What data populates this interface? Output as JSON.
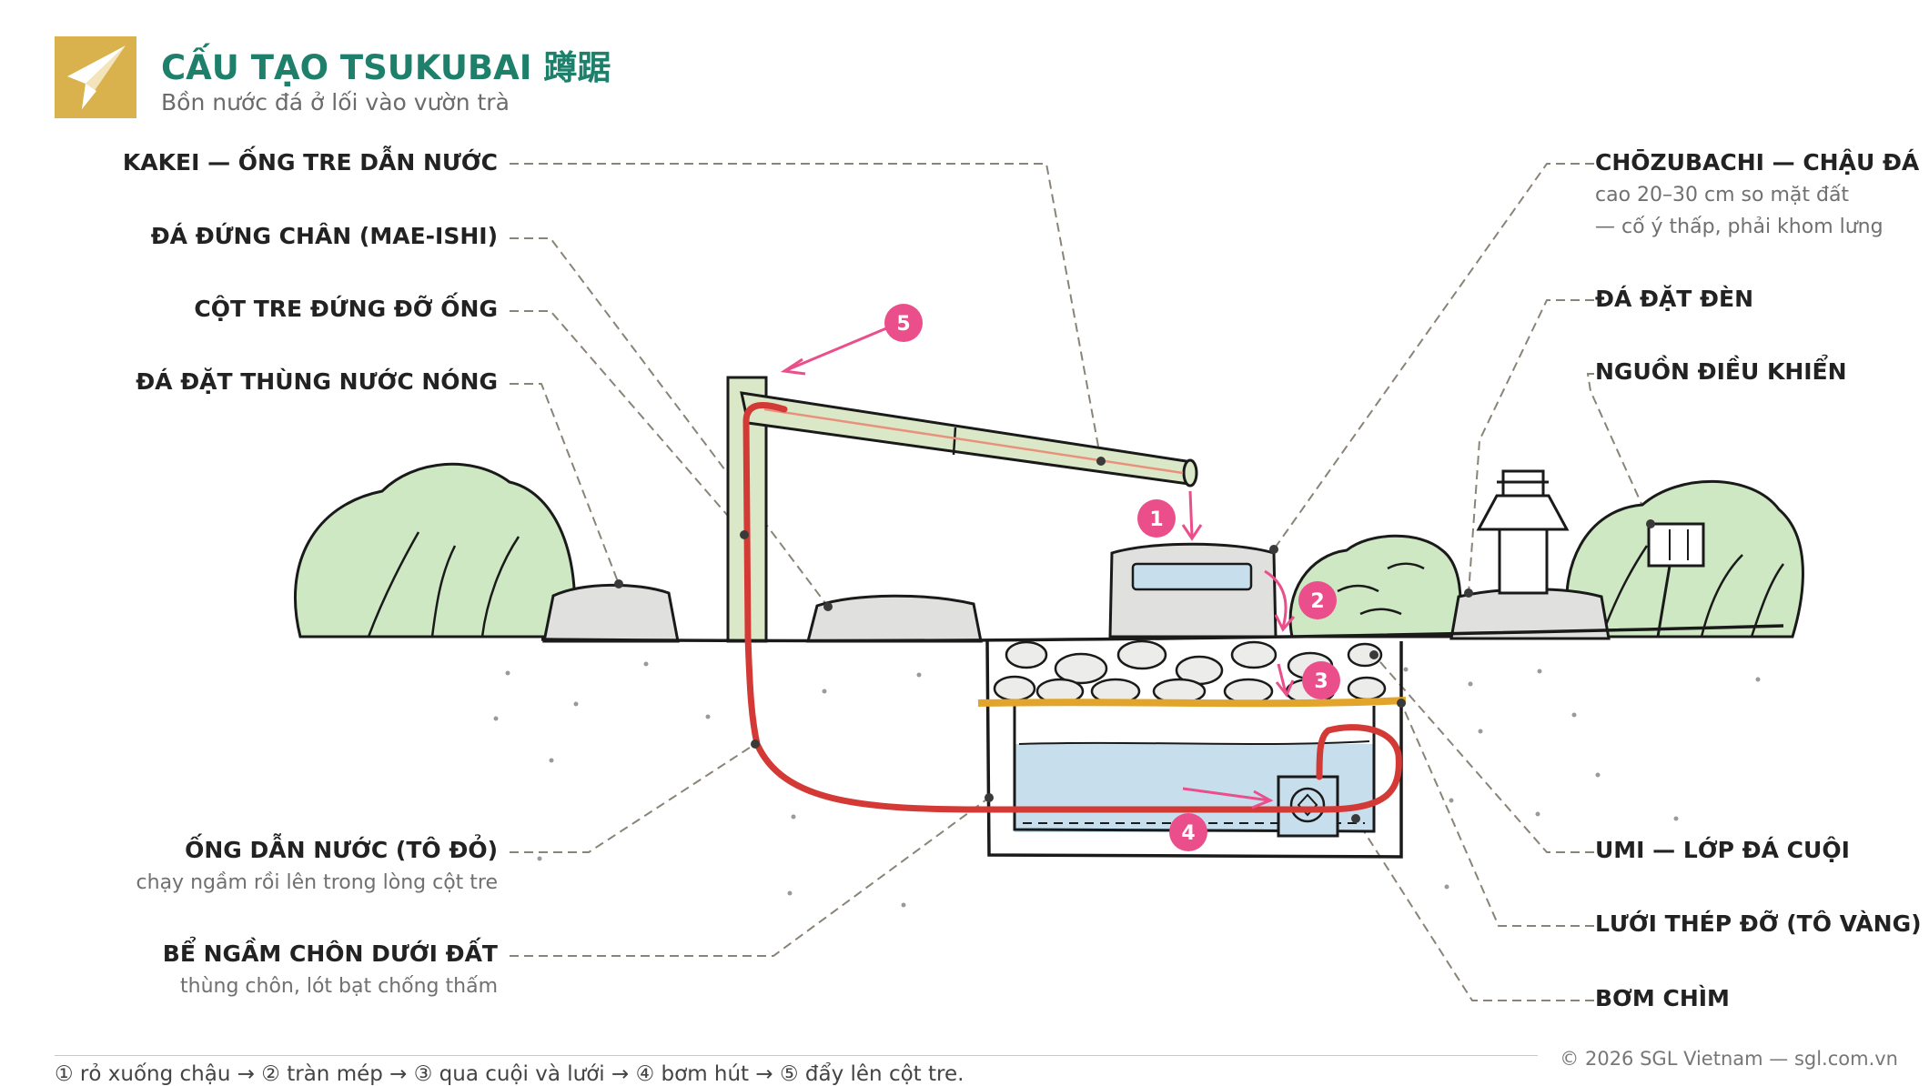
{
  "header": {
    "title": "CẤU TẠO TSUKUBAI 蹲踞",
    "subtitle": "Bồn nước đá ở lối vào vườn trà"
  },
  "labels": {
    "kakei": "KAKEI — ỐNG TRE DẪN NƯỚC",
    "mae_ishi": "ĐÁ ĐỨNG CHÂN (MAE-ISHI)",
    "cot_tre": "CỘT TRE ĐỨNG ĐỠ ỐNG",
    "da_nuoc_nong": "ĐÁ ĐẶT THÙNG NƯỚC NÓNG",
    "ong_dan": "ỐNG DẪN NƯỚC (TÔ ĐỎ)",
    "ong_dan_note": "chạy ngầm rồi lên trong lòng cột tre",
    "be_ngam": "BỂ NGẦM CHÔN DƯỚI ĐẤT",
    "be_ngam_note": "thùng chôn, lót bạt chống thấm",
    "chozubachi": "CHŌZUBACHI — CHẬU ĐÁ",
    "chozubachi_note1": "cao 20–30 cm so mặt đất",
    "chozubachi_note2": "— cố ý thấp, phải khom lưng",
    "da_den": "ĐÁ ĐẶT ĐÈN",
    "nguon": "NGUỒN ĐIỀU KHIỂN",
    "umi": "UMI — LỚP ĐÁ CUỘI",
    "luoi": "LƯỚI THÉP ĐỠ (TÔ VÀNG)",
    "bom": "BƠM CHÌM"
  },
  "steps": {
    "s1": "1",
    "s2": "2",
    "s3": "3",
    "s4": "4",
    "s5": "5"
  },
  "footer": {
    "steps": "① rỏ xuống chậu → ② tràn mép → ③ qua cuội và lưới → ④ bơm hút → ⑤ đẩy lên cột tre.",
    "copyright": "© 2026 SGL Vietnam — sgl.com.vn"
  },
  "colors": {
    "title": "#1e7f6b",
    "logo": "#d9b24e",
    "pipe": "#d43a35",
    "mesh": "#e2a42a",
    "marker": "#ea4f8b",
    "water": "#c7dfec",
    "foliage": "#cde8c2"
  }
}
